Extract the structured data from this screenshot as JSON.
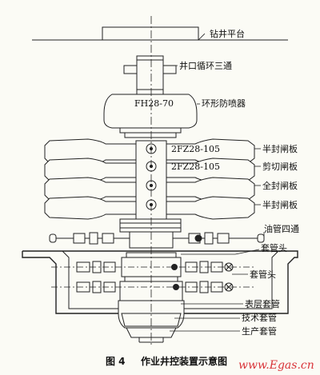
{
  "labels": {
    "drill_floor": "钻井平台",
    "circulating_tee": "井口循环三通",
    "annular_model": "FH28-70",
    "annular_bop": "环形防喷器",
    "ram_model_1": "2FZ28-105",
    "ram_model_2": "2FZ28-105",
    "pipe_ram_upper": "半封闸板",
    "shear_ram": "剪切闸板",
    "blind_ram": "全封闸板",
    "pipe_ram_lower": "半封闸板",
    "tubing_spool": "油管四通",
    "casing_head_1": "套管头",
    "casing_head_2": "套管头",
    "surface_casing": "表层套管",
    "intermediate_casing": "技术套管",
    "production_casing": "生产套管"
  },
  "caption": {
    "figure_no": "图 4",
    "title": "作业井控装置示意图"
  },
  "watermark": "www.Egas.cn"
}
